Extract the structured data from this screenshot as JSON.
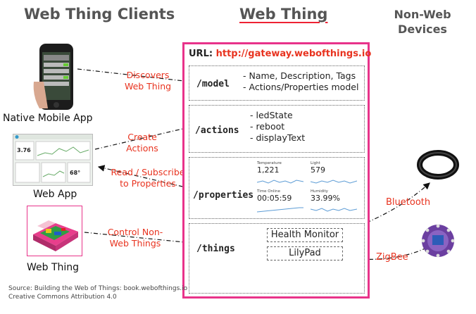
{
  "headers": {
    "clients": "Web Thing Clients",
    "web_thing": "Web Thing",
    "non_web": "Non-Web Devices"
  },
  "clients": {
    "native_app": "Native Mobile App",
    "web_app": "Web App",
    "web_thing": "Web Thing"
  },
  "interactions": {
    "discovers": "Discovers Web Thing",
    "create_actions": "Create Actions",
    "read_subscribe": "Read / Subscribe to Properties",
    "control": "Control Non-Web Things"
  },
  "thing": {
    "url_label": "URL:",
    "url": "http://gateway.webofthings.io",
    "model": {
      "path": "/model",
      "items": [
        "- Name, Description, Tags",
        "- Actions/Properties model"
      ]
    },
    "actions": {
      "path": "/actions",
      "items": [
        "- ledState",
        "- reboot",
        "- displayText"
      ]
    },
    "properties": {
      "path": "/properties",
      "widgets": [
        {
          "label": "Temperature",
          "value": "1,221"
        },
        {
          "label": "Light",
          "value": "579"
        },
        {
          "label": "Time Online",
          "value": "00:05:59"
        },
        {
          "label": "Humidity",
          "value": "33.99%"
        }
      ]
    },
    "things": {
      "path": "/things",
      "devices": [
        "Health Monitor",
        "LilyPad"
      ]
    }
  },
  "protocols": {
    "bluetooth": "Bluetooth",
    "zigbee": "ZigBee"
  },
  "web_app_widget": {
    "value": "3.76",
    "value2": "68°"
  },
  "source": {
    "line1": "Source: Building the Web of Things: book.webofthings.io",
    "line2": "Creative Commons Attribution 4.0"
  },
  "colors": {
    "accent": "#e8331f",
    "border": "#e8338a"
  }
}
